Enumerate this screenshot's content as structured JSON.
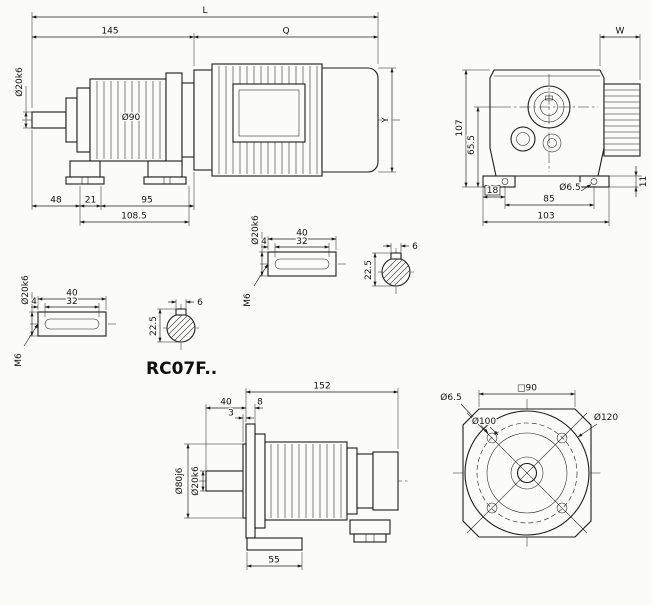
{
  "title": "RC07F..",
  "colors": {
    "line": "#1c1c1c",
    "background": "#fbfbf8"
  },
  "views": {
    "gearmotor_side": {
      "overall_length": "L",
      "gear_unit_length": "145",
      "motor_length": "Q",
      "shaft_dia": "Ø20k6",
      "gear_body_dia": "Ø90",
      "motor_height": "Y",
      "dim_48": "48",
      "dim_21": "21",
      "dim_95": "95",
      "dim_108_5": "108.5"
    },
    "gearbox_front": {
      "motor_width": "W",
      "total_height": "107",
      "axis_height": "65.5",
      "foot_edge_to_hole": "18",
      "foot_hole_dia": "Ø6.5",
      "foot_hole_span": "85",
      "foot_total_width": "103",
      "foot_thickness": "11"
    },
    "shaft_end": {
      "length": "40",
      "key_offset": "4",
      "key_length": "32",
      "dia": "Ø20k6",
      "tapped_hole": "M6",
      "key_height": "22.5",
      "key_width": "6"
    },
    "flange_side": {
      "total_length": "152",
      "shaft_length": "40",
      "flange_thickness": "8",
      "spigot_depth": "3",
      "spigot_dia": "Ø80j6",
      "shaft_dia": "Ø20k6",
      "foot_length": "55"
    },
    "flange_front": {
      "square_size": "□90",
      "hole_dia": "Ø6.5",
      "bolt_circle_dia": "Ø100",
      "flange_dia": "Ø120"
    }
  }
}
